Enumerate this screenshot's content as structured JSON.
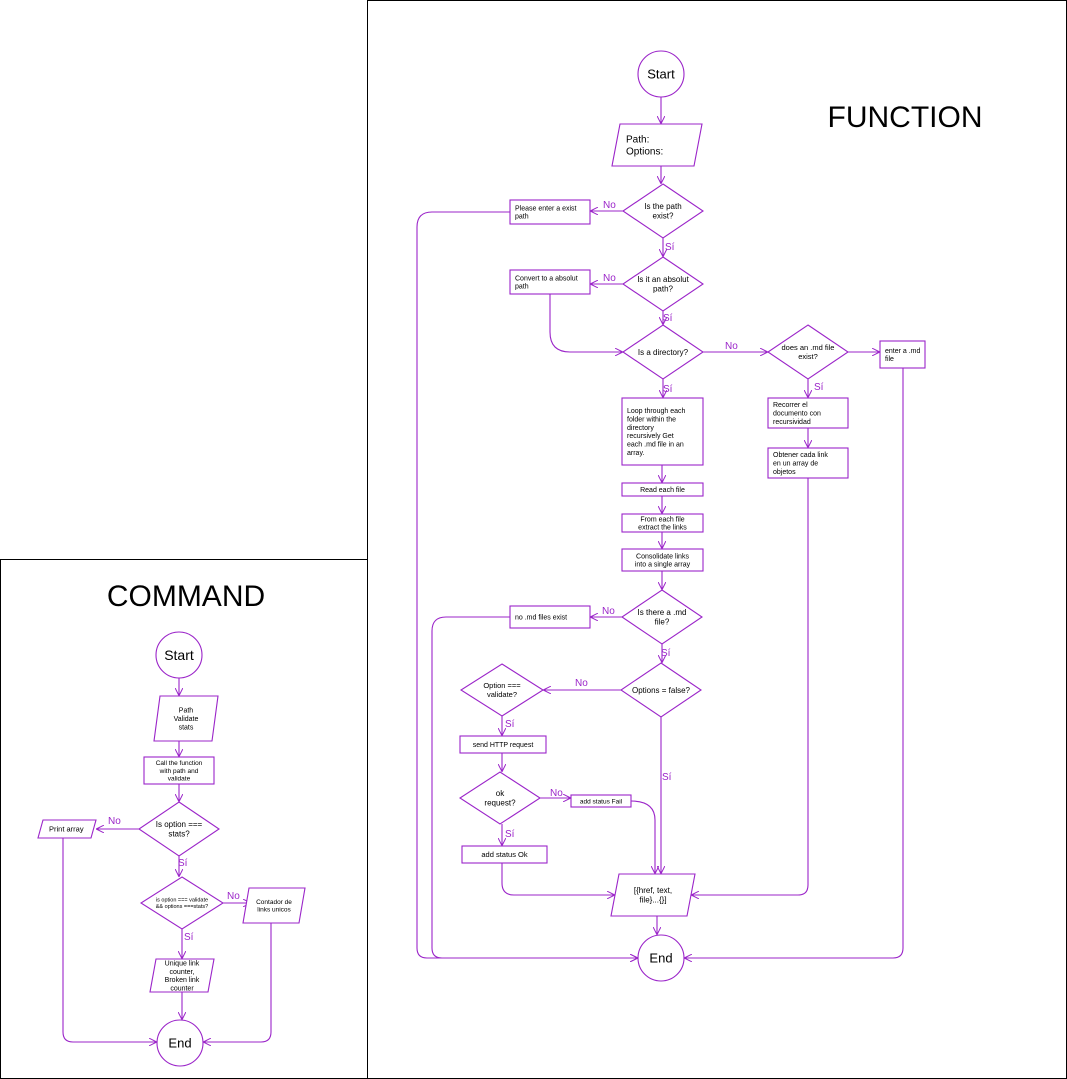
{
  "colors": {
    "stroke": "#9b25c9",
    "text": "#000000",
    "frame": "#000000",
    "background": "#ffffff"
  },
  "command": {
    "title": "COMMAND",
    "nodes": {
      "start": [
        "Start"
      ],
      "input": [
        "Path",
        "Validate",
        "stats"
      ],
      "call": [
        "Call the function",
        "with path and",
        "validate"
      ],
      "d_stats": [
        "Is option ===",
        "stats?"
      ],
      "d_both": [
        "is option === validate",
        "&& options ===stats?"
      ],
      "print": [
        "Print array"
      ],
      "contador": [
        "Contador de",
        "links unicos"
      ],
      "counters": [
        "Unique link",
        "counter,",
        "Broken link",
        "counter"
      ],
      "end": [
        "End"
      ]
    },
    "labels": {
      "no1": "No",
      "si1": "Sí",
      "no2": "No",
      "si2": "Sí"
    }
  },
  "function": {
    "title": "FUNCTION",
    "nodes": {
      "start": [
        "Start"
      ],
      "input": [
        "Path:",
        "Options:"
      ],
      "d_exist": [
        "Is the path",
        "exist?"
      ],
      "enter_path": [
        "Please enter a exist",
        "path"
      ],
      "d_absolut": [
        "Is it an absolut",
        "path?"
      ],
      "convert": [
        "Convert to a absolut",
        "path"
      ],
      "d_dir": [
        "Is a directory?"
      ],
      "d_mdfile": [
        "does an .md file",
        "exist?"
      ],
      "enter_md": [
        "enter a .md",
        "file"
      ],
      "loop": [
        "Loop through each",
        "folder within the",
        "directory",
        "recursively Get",
        "each .md file in an",
        "array."
      ],
      "recorrer": [
        "Recorrer el",
        "documento con",
        "recursividad"
      ],
      "obtener": [
        "Obtener cada link",
        "en un array de",
        "objetos"
      ],
      "read": [
        "Read each file"
      ],
      "extract": [
        "From each file",
        "extract the links"
      ],
      "consolidate": [
        "Consolidate links",
        "into a single array"
      ],
      "d_thereis": [
        "Is there a .md",
        "file?"
      ],
      "no_md": [
        "no .md files exist"
      ],
      "d_options": [
        "Options = false?"
      ],
      "d_validate": [
        "Option ===",
        "validate?"
      ],
      "http": [
        "send HTTP request"
      ],
      "d_ok": [
        "ok",
        "request?"
      ],
      "fail": [
        "add status Fail"
      ],
      "ok": [
        "add status Ok"
      ],
      "output": [
        "[{href, text,",
        "file}...{}]"
      ],
      "end": [
        "End"
      ]
    },
    "labels": {
      "no_exist": "No",
      "si_exist": "Sí",
      "no_abs": "No",
      "si_abs": "Sí",
      "no_dir": "No",
      "si_dir": "Sí",
      "si_md": "Sí",
      "no_thereis": "No",
      "si_thereis": "Sí",
      "no_options": "No",
      "si_options": "Sí",
      "si_validate": "Sí",
      "no_ok": "No",
      "si_ok": "Sí"
    }
  }
}
